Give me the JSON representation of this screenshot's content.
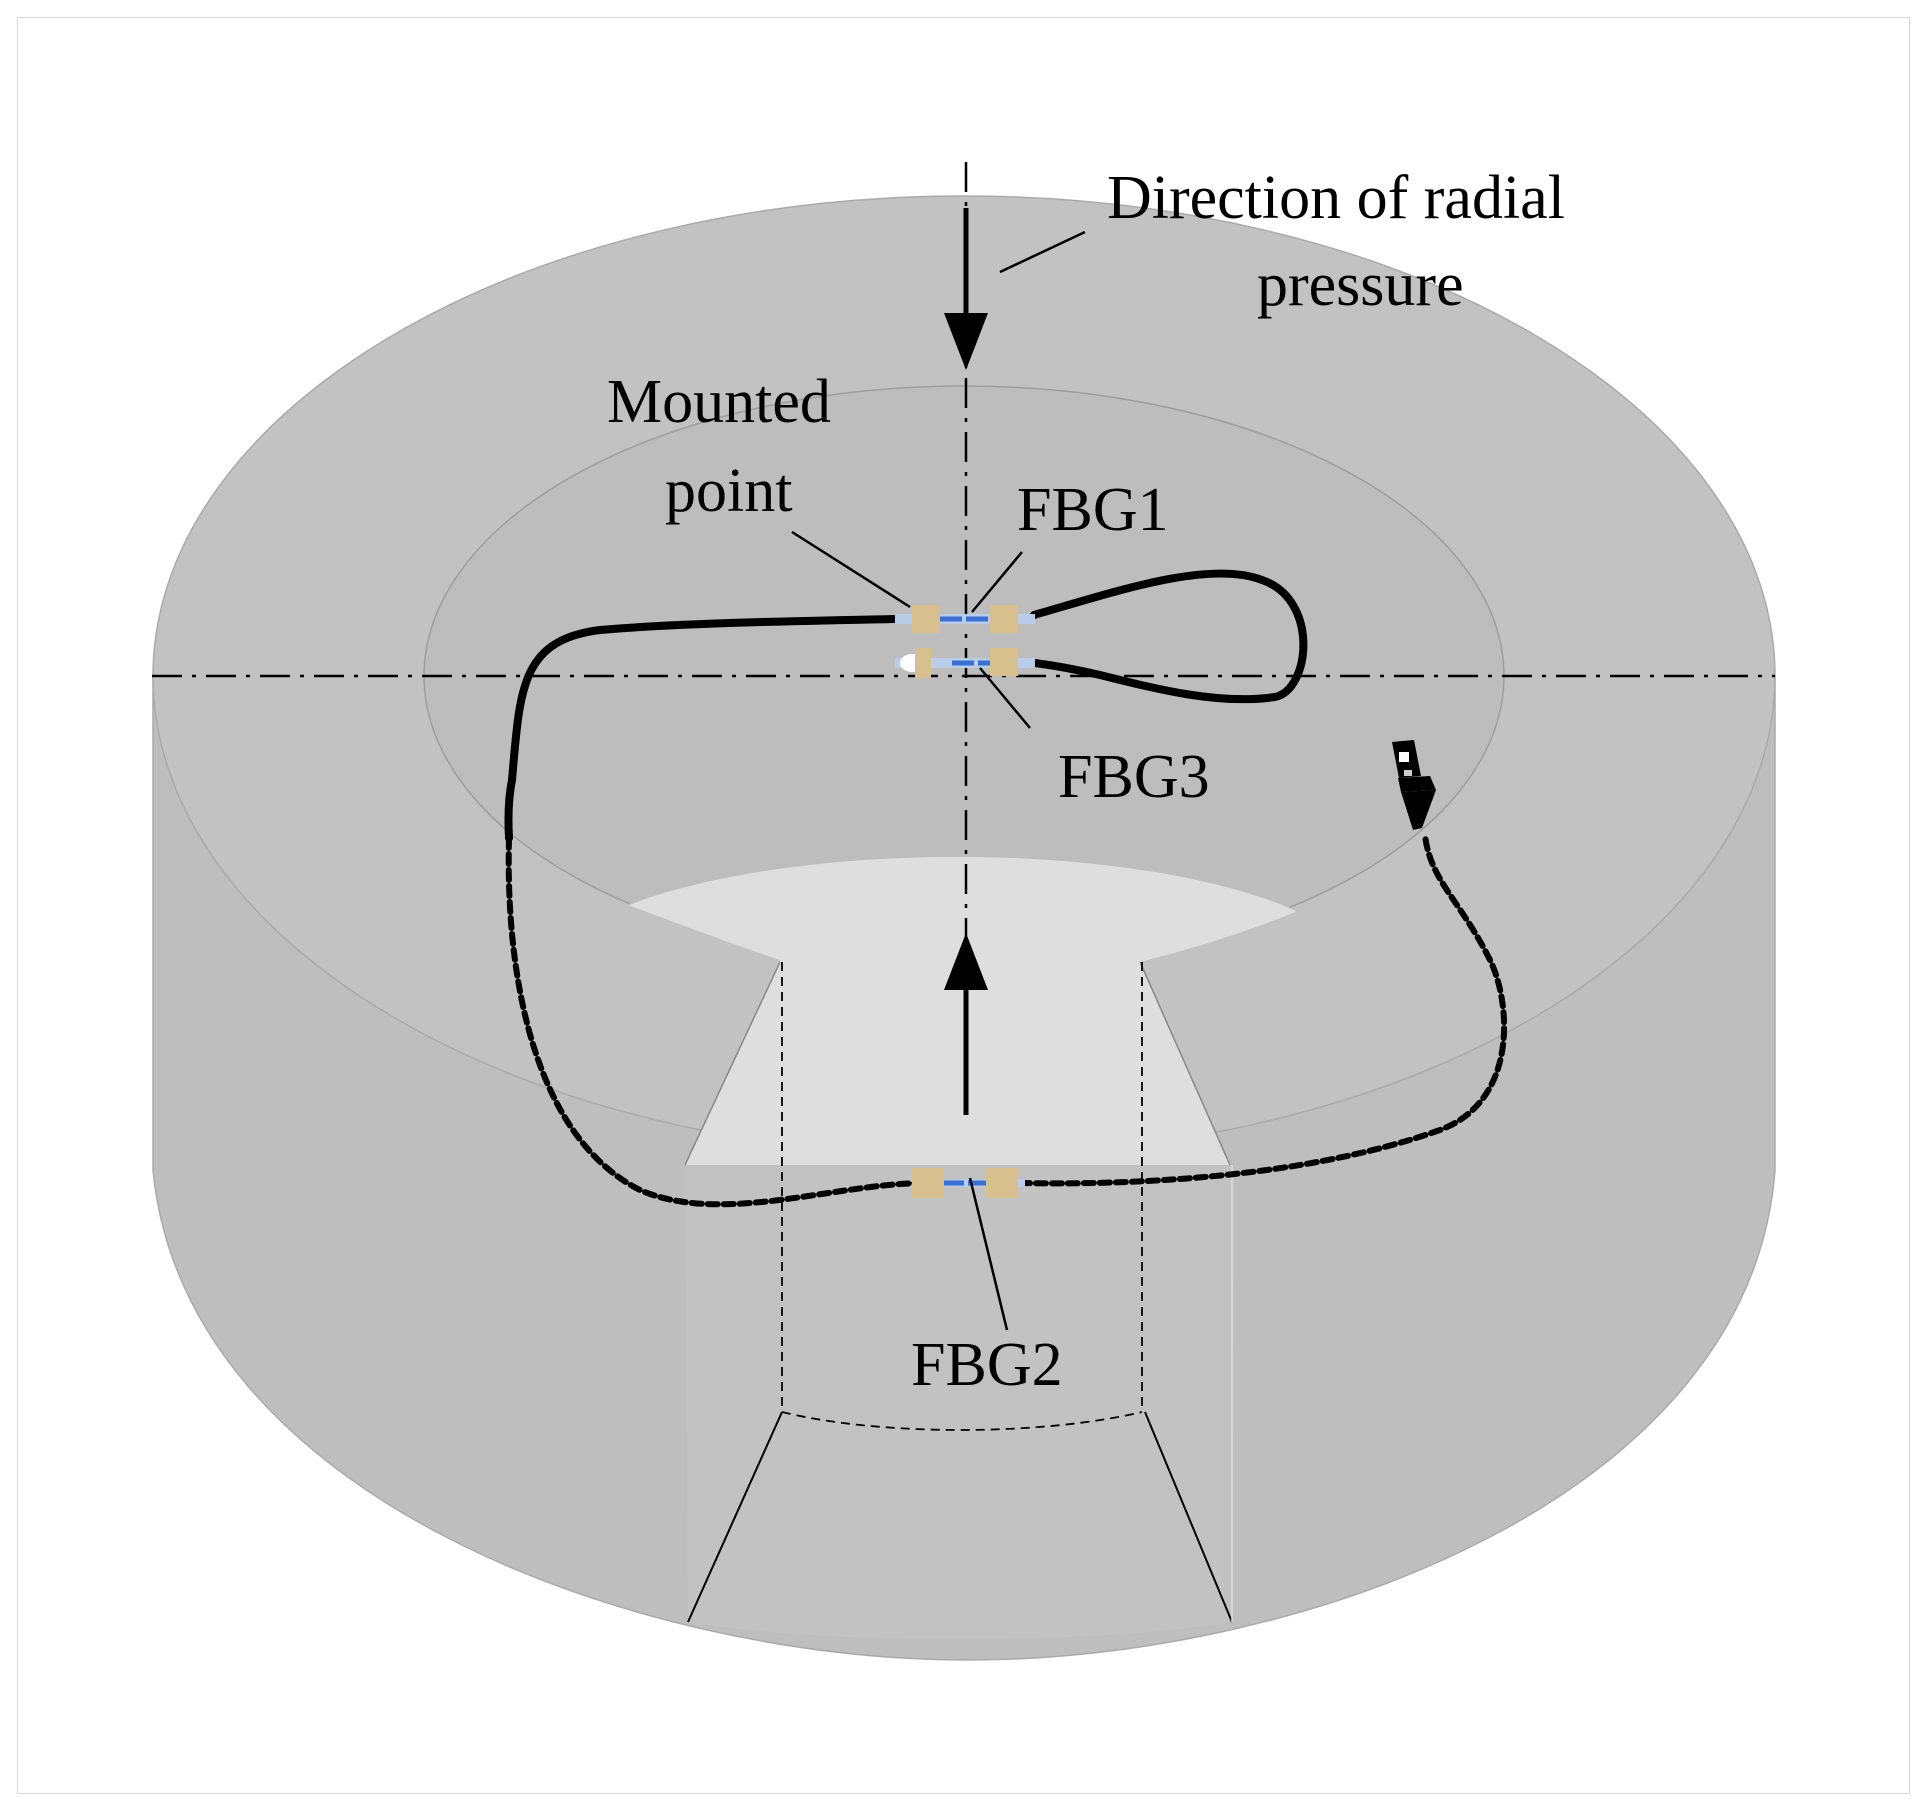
{
  "labels": {
    "direction_line1": "Direction of radial",
    "direction_line2": "pressure",
    "mounted_line1": "Mounted",
    "mounted_line2": "point",
    "fbg1": "FBG1",
    "fbg2": "FBG2",
    "fbg3": "FBG3"
  },
  "colors": {
    "body": "#bebebe",
    "top_face": "#c2c2c2",
    "cavity": "#dedede",
    "outline": "#000000",
    "fiber": "#000000",
    "grating": "#3b6fd1",
    "grating_sleeve": "#b9cde8",
    "clamp": "#d8c08e"
  }
}
